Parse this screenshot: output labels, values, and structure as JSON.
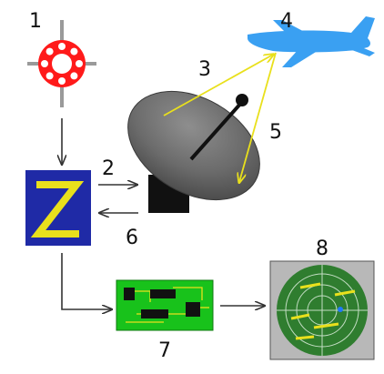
{
  "labels": {
    "l1": "1",
    "l2": "2",
    "l3": "3",
    "l4": "4",
    "l5": "5",
    "l6": "6",
    "l7": "7",
    "l8": "8"
  },
  "colors": {
    "airplane": "#3aa0f2",
    "antenna_beam": "#e9e01c",
    "bearing_ring": "#ff1a1a",
    "modulator_bg": "#1f2aa6",
    "modulator_zigzag": "#e9e01c",
    "circuit_board": "#18c21b",
    "radar_bg": "#b8b8b8",
    "radar_screen": "#2f7d2f",
    "arrow": "#333333"
  },
  "icons": {
    "transmitter": "bearing-ring-icon",
    "modulator": "zigzag-icon",
    "antenna": "satellite-dish-icon",
    "target": "airplane-icon",
    "receiver": "circuit-board-icon",
    "display": "radar-screen-icon"
  }
}
